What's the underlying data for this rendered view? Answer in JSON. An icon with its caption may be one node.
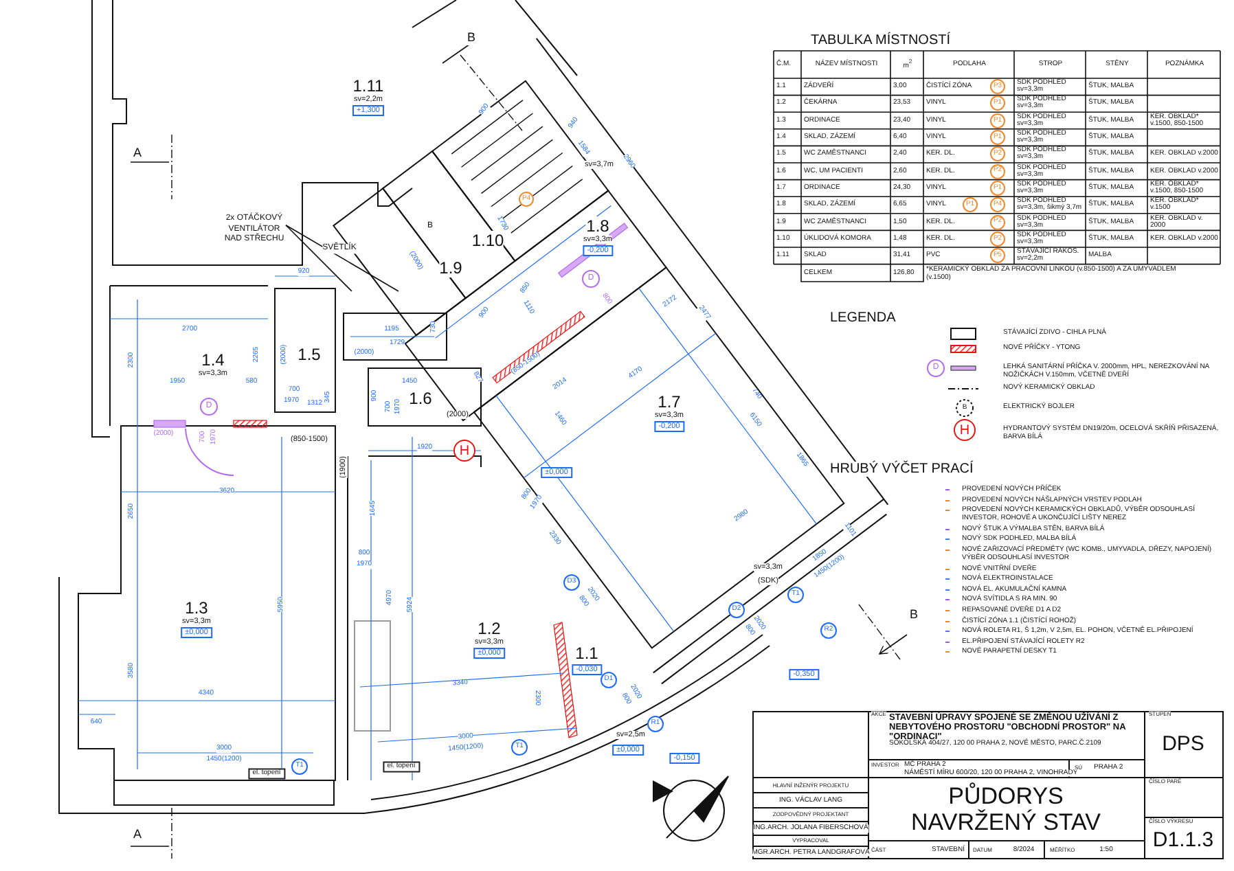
{
  "diagram": {
    "title": "PŮDORYS NAVRŽENÝ STAV",
    "nodes": [
      {
        "text": [
          "1.11",
          "sv=2,2m",
          "+1,300"
        ]
      },
      {
        "text": [
          "1.10"
        ]
      },
      {
        "text": [
          "1.8",
          "sv=3,3m",
          "-0,200"
        ]
      },
      {
        "text": [
          "2x OTÁČKOVÝ VENTILÁTOR NAD STŘECHU"
        ]
      },
      {
        "text": [
          "1.9"
        ]
      },
      {
        "text": [
          "1.5"
        ]
      },
      {
        "text": [
          "1.4",
          "sv=3,3m"
        ]
      },
      {
        "text": [
          "1.6"
        ]
      },
      {
        "text": [
          "1.7",
          "sv=3,3m",
          "-0,200"
        ]
      },
      {
        "text": [
          "1.3",
          "sv=3,3m",
          "±0,000"
        ]
      },
      {
        "text": [
          "1.2",
          "sv=3,3m",
          "±0,000"
        ]
      },
      {
        "text": [
          "1.1",
          "-0,030"
        ]
      }
    ],
    "edges": [
      {
        "from": 3,
        "to": null,
        "arrow": "none"
      },
      {
        "from": 3,
        "to": null,
        "arrow": "none"
      }
    ],
    "labels": [
      "A",
      "B",
      "sv=3,7m",
      "900",
      "940",
      "1584",
      "2960",
      "P4",
      "SVĚTLÍK",
      "1730",
      "920",
      "2700",
      "2300",
      "2265",
      "(2000)",
      "1950",
      "580",
      "700",
      "1970",
      "1312",
      "345",
      "1195",
      "1729",
      "730",
      "(2000)",
      "1450",
      "900",
      "700",
      "1970",
      "(2000)",
      "(2000)",
      "827",
      "(850-1500)",
      "2014",
      "1460",
      "1110",
      "850",
      "900",
      "(2000)",
      "700",
      "1970",
      "(850-1500)",
      "(1900)",
      "3620",
      "2650",
      "1920",
      "H",
      "1645",
      "800",
      "1970",
      "5950",
      "4970",
      "5924",
      "3580",
      "4340",
      "640",
      "3000",
      "1450(1200)",
      "el. topení",
      "T1",
      "±0,000",
      "800",
      "1970",
      "2330",
      "D3",
      "800",
      "2020",
      "3340",
      "2300",
      "3000",
      "1450(1200)",
      "el. topení",
      "T1",
      "D1",
      "800",
      "2020",
      "sv=2,5m",
      "±0,000",
      "R1",
      "-0,150",
      "-0,350",
      "D2",
      "800",
      "2020",
      "R2",
      "T1",
      "1850",
      "1450(1200)",
      "sv=3,3m",
      "(SDK)",
      "1101",
      "2980",
      "1865",
      "6150",
      "740",
      "4170",
      "2172",
      "2477",
      "800",
      "D",
      "D",
      "B",
      "B",
      "A",
      "TABULKA MÍSTNOSTÍ",
      "Č.M.",
      "NÁZEV MÍSTNOSTI",
      "m$^{2}$",
      "PODLAHA",
      "STROP",
      "STĚNY",
      "POZNÁMKA",
      "1.1",
      "ZÁDVEŘÍ",
      "3,00",
      "ČISTÍCÍ ZÓNA",
      "P3",
      "SDK PODHLED sv=3,3m",
      "ŠTUK, MALBA",
      "1.2",
      "ČEKÁRNA",
      "23,53",
      "VINYL",
      "P1",
      "SDK PODHLED sv=3,3m",
      "ŠTUK, MALBA",
      "1.3",
      "ORDINACE",
      "23,40",
      "VINYL",
      "P1",
      "SDK PODHLED sv=3,3m",
      "ŠTUK, MALBA",
      "KER. OBKLAD* v.1500, 850-1500",
      "1.4",
      "SKLAD, ZÁZEMÍ",
      "6,40",
      "VINYL",
      "P1",
      "SDK PODHLED sv=3,3m",
      "ŠTUK, MALBA",
      "1.5",
      "WC ZAMĚSTNANCI",
      "2,40",
      "KER. DL.",
      "P2",
      "SDK PODHLED sv=3,3m",
      "ŠTUK, MALBA",
      "KER. OBKLAD v.2000",
      "1.6",
      "WC, UM PACIENTI",
      "2,60",
      "KER. DL.",
      "P2",
      "SDK PODHLED sv=3,3m",
      "ŠTUK, MALBA",
      "KER. OBKLAD v.2000",
      "1.7",
      "ORDINACE",
      "24,30",
      "VINYL",
      "P1",
      "SDK PODHLED sv=3,3m",
      "ŠTUK, MALBA",
      "KER. OBKLAD* v.1500, 850-1500",
      "1.8",
      "SKLAD, ZÁZEMÍ",
      "6,65",
      "VINYL",
      "P1",
      "P4",
      "SDK PODHLED sv=3,3m, šikmý 3,7m",
      "ŠTUK, MALBA",
      "KER. OBKLAD* v.1500",
      "1.9",
      "WC ZAMĚSTNANCI",
      "1,50",
      "KER. DL.",
      "P2",
      "SDK PODHLED sv=3,3m",
      "ŠTUK, MALBA",
      "KER. OBKLAD v. 2000",
      "1.10",
      "ÚKLIDOVÁ KOMORA",
      "1,48",
      "KER. DL.",
      "P2",
      "SDK PODHLED sv=3,3m",
      "ŠTUK, MALBA",
      "KER. OBKLAD v.2000",
      "1.11",
      "SKLAD",
      "31,41",
      "PVC",
      "P5",
      "STÁVAJÍCÍ RÁKOS. sv=2,2m",
      "MALBA",
      "CELKEM",
      "126,80",
      "*KERAMICKÝ OBKLAD ZA PRACOVNÍ LINKOU (v.850-1500) A ZA UMYVADLEM (v.1500)",
      "LEGENDA",
      "D",
      "B",
      "H",
      "HRUBÝ VÝČET PRACÍ",
      "PROVEDENÍ NOVÝCH PŘÍČEK",
      "PROVEDENÍ NOVÝCH NÁŠLAPNÝCH VRSTEV PODLAH",
      "PROVEDENÍ NOVÝCH KERAMICKÝCH OBKLADŮ, VÝBĚR ODSOUHLASÍ INVESTOR, ROHOVÉ A UKONČUJÍCÍ LIŠTY NEREZ",
      "NOVÝ ŠTUK A VÝMALBA STĚN, BARVA BÍLÁ",
      "NOVÝ SDK PODHLED, MALBA BÍLÁ",
      "NOVÉ ZAŘIZOVACÍ PŘEDMĚTY (WC KOMB., UMYVADLA, DŘEZY, NAPOJENÍ) VÝBĚR ODSOUHLASÍ INVESTOR",
      "NOVÉ VNITŘNÍ DVEŘE",
      "NOVÁ ELEKTROINSTALACE",
      "NOVÁ EL. AKUMULAČNÍ KAMNA",
      "NOVÁ SVÍTIDLA S RA MIN. 90",
      "REPASOVANÉ DVEŘE D1 A D2",
      "ČISTÍCÍ ZÓNA 1.1 (ČISTÍCÍ ROHOŽ)",
      "NOVÁ ROLETA R1, Š 1,2m, V 2,5m, EL. POHON, VČETNĚ EL.PŘIPOJENÍ",
      "EL.PŘIPOJENÍ STÁVAJÍCÍ ROLETY R2",
      "NOVÉ PARAPETNÍ DESKY T1",
      "AKCE",
      "STAVEBNÍ ÚPRAVY SPOJENÉ SE ZMĚNOU UŽÍVÁNÍ Z NEBYTOVÉHO PROSTORU \"OBCHODNÍ PROSTOR\" NA \"ORDINACI\"",
      "SOKOLSKÁ 404/27, 120 00 PRAHA 2, NOVÉ MĚSTO, PARC.Č.2109",
      "STUPEŇ",
      "DPS",
      "INVESTOR",
      "MČ PRAHA 2",
      "NÁMĚSTÍ MÍRU 600/20, 120 00 PRAHA 2, VINOHRADY",
      "SÚ",
      "PRAHA 2",
      "HLAVNÍ INŽENÝR PROJEKTU",
      "ING. VÁCLAV LANG",
      "ZODPOVĚDNÝ PROJEKTANT",
      "ING.ARCH. JOLANA FIBERSCHOVÁ",
      "VYPRACOVAL",
      "MGR.ARCH. PETRA LANDGRAFOVÁ",
      "ČÍSLO PARÉ",
      "ČÍSLO VÝKRESU",
      "D1.1.3",
      "ČÁST",
      "STAVEBNÍ",
      "DATUM",
      "8/2024",
      "MĚŘÍTKO",
      "1:50"
    ],
    "legend": [
      {
        "text": "STÁVAJÍCÍ ZDIVO - CIHLA PLNÁ"
      },
      {
        "text": "NOVÉ PŘÍČKY - YTONG"
      },
      {
        "text": "LEHKÁ SANITÁRNÍ PŘÍČKA V. 2000mm, HPL, NEREZKOVÁNÍ NA NOŽIČKÁCH V.150mm, VČETNĚ DVEŘÍ"
      },
      {
        "text": "NOVÝ KERAMICKÝ OBKLAD"
      },
      {
        "text": "ELEKTRICKÝ BOJLER"
      },
      {
        "text": "HYDRANTOVÝ SYSTÉM DN19/20m, OCELOVÁ SKŘÍŇ PŘISAZENÁ, BARVA BÍLÁ"
      }
    ]
  }
}
